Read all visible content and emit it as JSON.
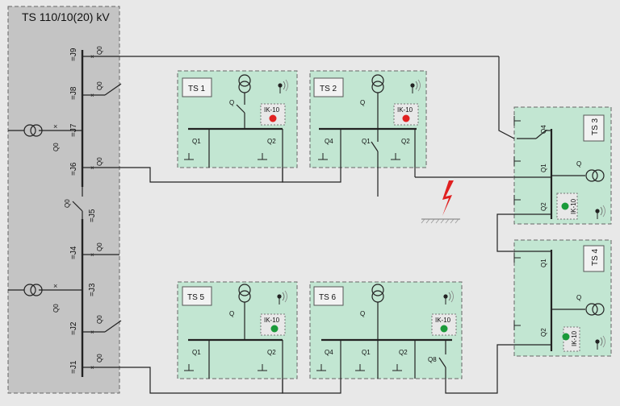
{
  "substation": {
    "title": "TS 110/10(20) kV"
  },
  "stations": {
    "ts1": {
      "label": "TS 1"
    },
    "ts2": {
      "label": "TS 2"
    },
    "ts3": {
      "label": "TS 3"
    },
    "ts4": {
      "label": "TS 4"
    },
    "ts5": {
      "label": "TS 5"
    },
    "ts6": {
      "label": "TS 6"
    }
  },
  "indicator_label": "IK-10",
  "indicator_colors": {
    "fault": "#e02020",
    "ok": "#1a9a3a"
  },
  "indicators": {
    "ts1": "fault",
    "ts2": "fault",
    "ts3": "ok",
    "ts4": "ok",
    "ts5": "ok",
    "ts6": "ok"
  },
  "feeders": [
    "=J9",
    "=J8",
    "=J7",
    "=J6",
    "=J5",
    "=J4",
    "=J3",
    "=J2",
    "=J1"
  ],
  "switch_labels": {
    "q": "Q",
    "q0": "Q0",
    "q1": "Q1",
    "q2": "Q2",
    "q4": "Q4",
    "q8": "Q8"
  },
  "colors": {
    "station_fill": "#c2e6d2",
    "substation_fill": "#c4c4c4",
    "background": "#e8e8e8",
    "fault_arrow": "#e02020"
  }
}
